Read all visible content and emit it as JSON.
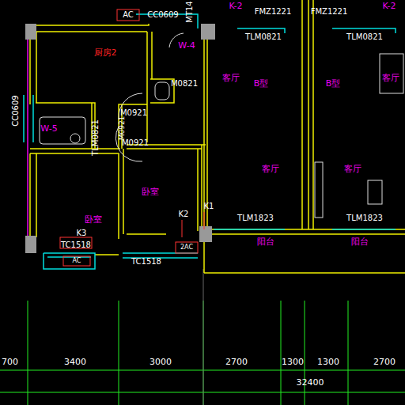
{
  "diagram": {
    "labels": [
      "AC",
      "CC0609",
      "MT14",
      "K-2",
      "FMZ1221",
      "FMZ1221",
      "K-2",
      "厨房2",
      "W-4",
      "TLM0821",
      "TLM0821",
      "M0821",
      "客厅",
      "B型",
      "B型",
      "客厅",
      "CC0609",
      "W-5",
      "TLM0821",
      "M0921",
      "M0921",
      "M0921",
      "客厅",
      "客厅",
      "卧室",
      "K2",
      "K1",
      "TLM1823",
      "TLM1823",
      "卧室",
      "K3",
      "TC1518",
      "阳台",
      "阳台",
      "2AC",
      "AC",
      "TC1518",
      "700",
      "3400",
      "3000",
      "2700",
      "1300",
      "1300",
      "2700",
      "32400"
    ]
  }
}
